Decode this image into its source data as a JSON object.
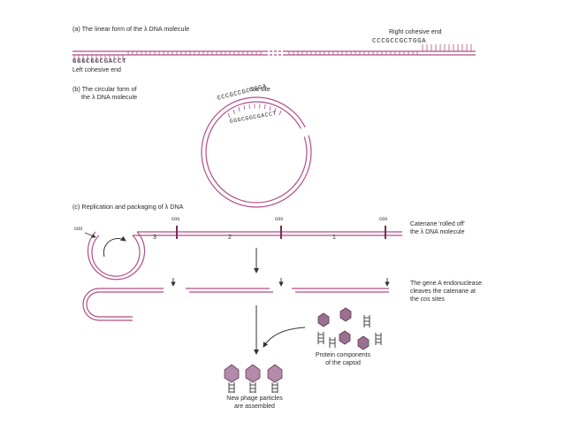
{
  "colors": {
    "dna": "#b24d86",
    "strand_dark": "#4a4a4a",
    "capsid": "#9a6f8f",
    "text": "#2a2a2a"
  },
  "part_a": {
    "heading": "(a) The linear form of the λ DNA molecule",
    "right_end_label": "Right cohesive end",
    "right_seq": "CCCGCCGCTGGA",
    "left_seq": "GGGCGGCGACCT",
    "left_end_label": "Left cohesive end"
  },
  "part_b": {
    "heading_line1": "(b) The circular form of",
    "heading_line2": "the λ DNA molecule",
    "cos_label": "cos site",
    "outer_seq": "CCCGCCGCTGGA",
    "inner_seq": "GGGCGGCGACCT"
  },
  "part_c": {
    "heading": "(c) Replication and packaging of λ DNA",
    "cos_labels": [
      "cos",
      "cos",
      "cos",
      "cos"
    ],
    "segment_numbers": [
      "3",
      "2",
      "1"
    ],
    "catenane_note_line1": "Catenane 'rolled off'",
    "catenane_note_line2": "the λ DNA molecule",
    "endonuclease_line1": "The gene A endonuclease",
    "endonuclease_line2": "cleaves the catenane at",
    "endonuclease_line3": "the cos sites",
    "protein_line1": "Protein components",
    "protein_line2": "of the capsid",
    "phage_line1": "New phage particles",
    "phage_line2": "are assembled"
  }
}
